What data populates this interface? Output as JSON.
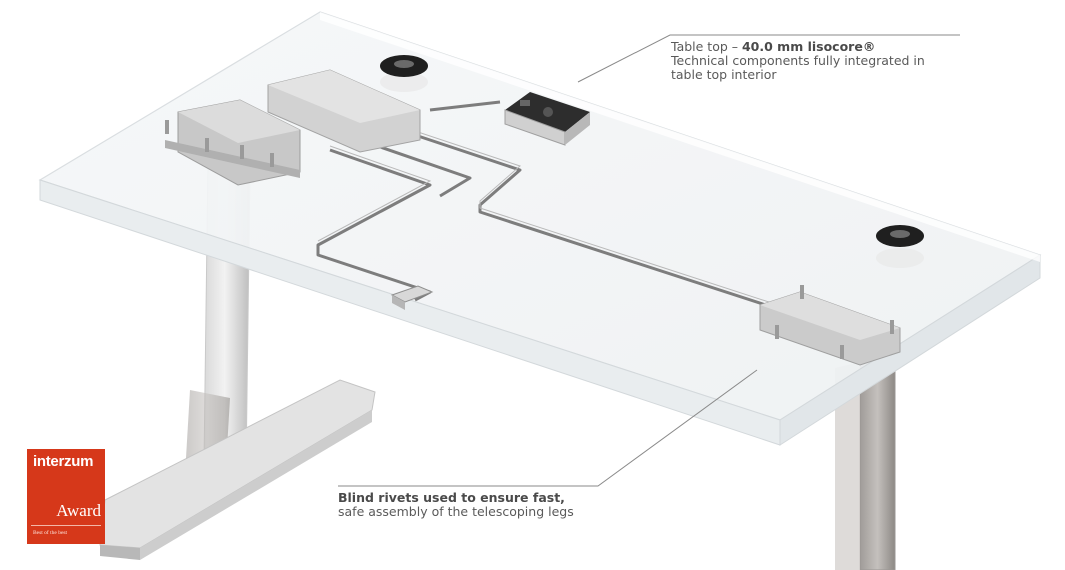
{
  "callouts": {
    "top": {
      "line1_prefix": "Table top – ",
      "line1_bold": "40.0 mm lisocore®",
      "line2": "Technical components fully integrated in",
      "line3": "table top interior"
    },
    "bottom": {
      "line1_bold": "Blind rivets used to ensure fast,",
      "line2": "safe assembly of the telescoping legs"
    }
  },
  "award": {
    "brand": "interzum",
    "label": "Award",
    "tagline": "Best of the best"
  },
  "colors": {
    "award_red": "#d6381a",
    "text_gray": "#5a5a5a",
    "leader_line": "#8a8a8a"
  }
}
